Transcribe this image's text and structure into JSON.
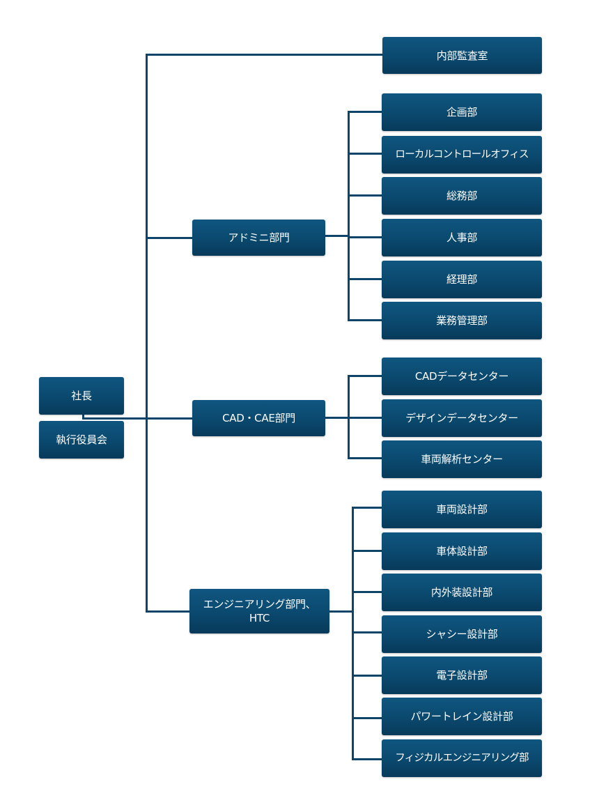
{
  "org_chart": {
    "president": "社長",
    "executive_committee": "執行役員会",
    "internal_audit": "内部監査室",
    "admin_division": {
      "label": "アドミニ部門",
      "departments": [
        "企画部",
        "ローカルコントロールオフィス",
        "総務部",
        "人事部",
        "経理部",
        "業務管理部"
      ]
    },
    "cad_cae_division": {
      "label": "CAD・CAE部門",
      "departments": [
        "CADデータセンター",
        "デザインデータセンター",
        "車両解析センター"
      ]
    },
    "engineering_division": {
      "label_line1": "エンジニアリング部門、",
      "label_line2": "HTC",
      "departments": [
        "車両設計部",
        "車体設計部",
        "内外装設計部",
        "シャシー設計部",
        "電子設計部",
        "パワートレイン設計部",
        "フィジカルエンジニアリング部"
      ]
    }
  }
}
